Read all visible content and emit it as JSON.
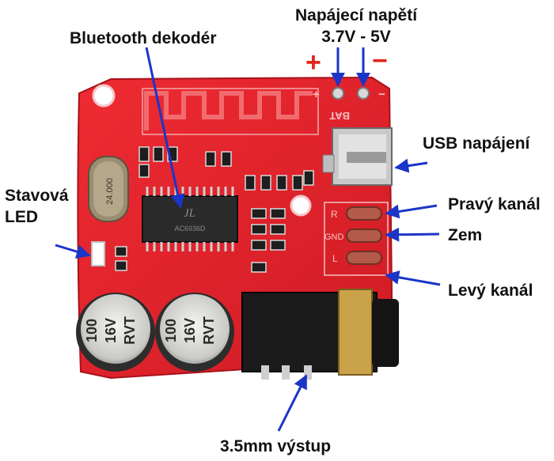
{
  "labels": {
    "supply_title": "Napájecí napětí",
    "supply_range": "3.7V - 5V",
    "plus_sign": "+",
    "minus_sign": "−",
    "bluetooth_decoder": "Bluetooth dekodér",
    "usb_power": "USB napájení",
    "status_led_line1": "Stavová",
    "status_led_line2": "LED",
    "right_channel": "Pravý kanál",
    "ground": "Zem",
    "left_channel": "Levý kanál",
    "output_jack": "3.5mm výstup"
  },
  "board": {
    "crystal_text": "24.000",
    "chip_logo": "JL",
    "chip_code": "AC6936D",
    "silk_bat": "BAT",
    "silk_plus": "+",
    "silk_minus": "−",
    "pin_r": "R",
    "pin_gnd": "GND",
    "pin_l": "L",
    "cap_left": [
      "100",
      "16V",
      "RVT"
    ],
    "cap_right": [
      "100",
      "16V",
      "RVT"
    ]
  },
  "colors": {
    "pcb": "#e8202a",
    "arrow": "#1a35c8",
    "sign": "#e0251b",
    "label": "#111111"
  }
}
